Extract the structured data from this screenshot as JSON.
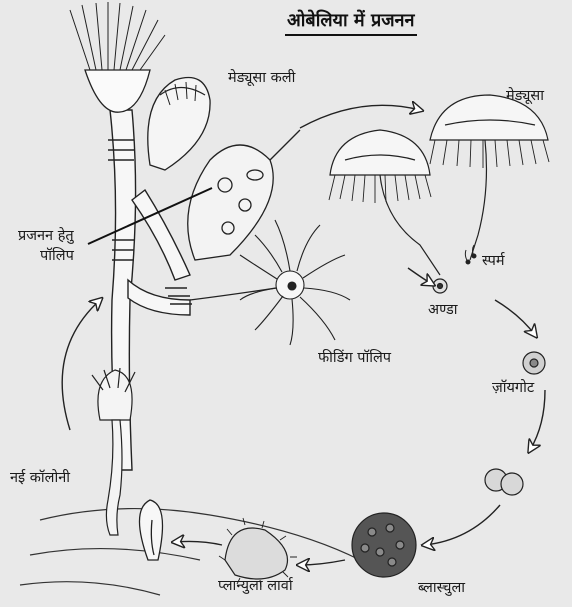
{
  "title": "ओबेलिया में प्रजनन",
  "labels": {
    "medusa_bud": "मेड्यूसा कली",
    "medusa": "मेड्यूसा",
    "reproductive_polyp_line1": "प्रजनन हेतु",
    "reproductive_polyp_line2": "पॉलिप",
    "sperm": "स्पर्म",
    "egg": "अण्डा",
    "feeding_polyp": "फीडिंग पॉलिप",
    "zygote": "ज़ॉयगोट",
    "new_colony": "नई कॉलोनी",
    "planula_larva": "प्लान्युला लार्वा",
    "blastula": "ब्लास्चुला"
  },
  "colors": {
    "background": "#e9e9e9",
    "ink": "#1a1a1a"
  }
}
